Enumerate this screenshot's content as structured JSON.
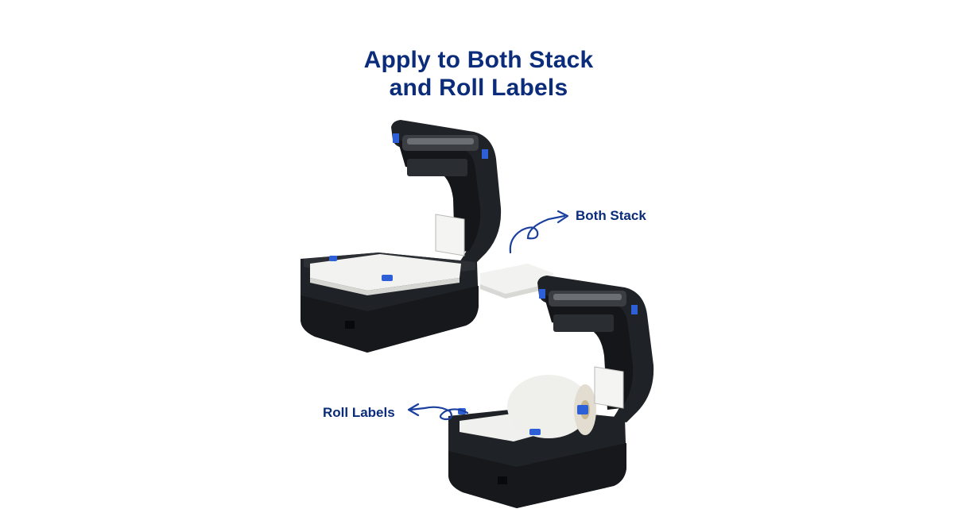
{
  "headline": {
    "line1": "Apply to Both Stack",
    "line2": "and Roll Labels"
  },
  "callouts": {
    "stack": "Both Stack",
    "roll": "Roll Labels"
  },
  "colors": {
    "accent": "#0b2c7a",
    "printer_body": "#1f2226",
    "printer_dark": "#0e1013",
    "label_paper": "#f2f2f0",
    "clip_blue": "#2d5fd6"
  },
  "icons": [
    "curved-arrow-icon",
    "curved-arrow-icon"
  ]
}
